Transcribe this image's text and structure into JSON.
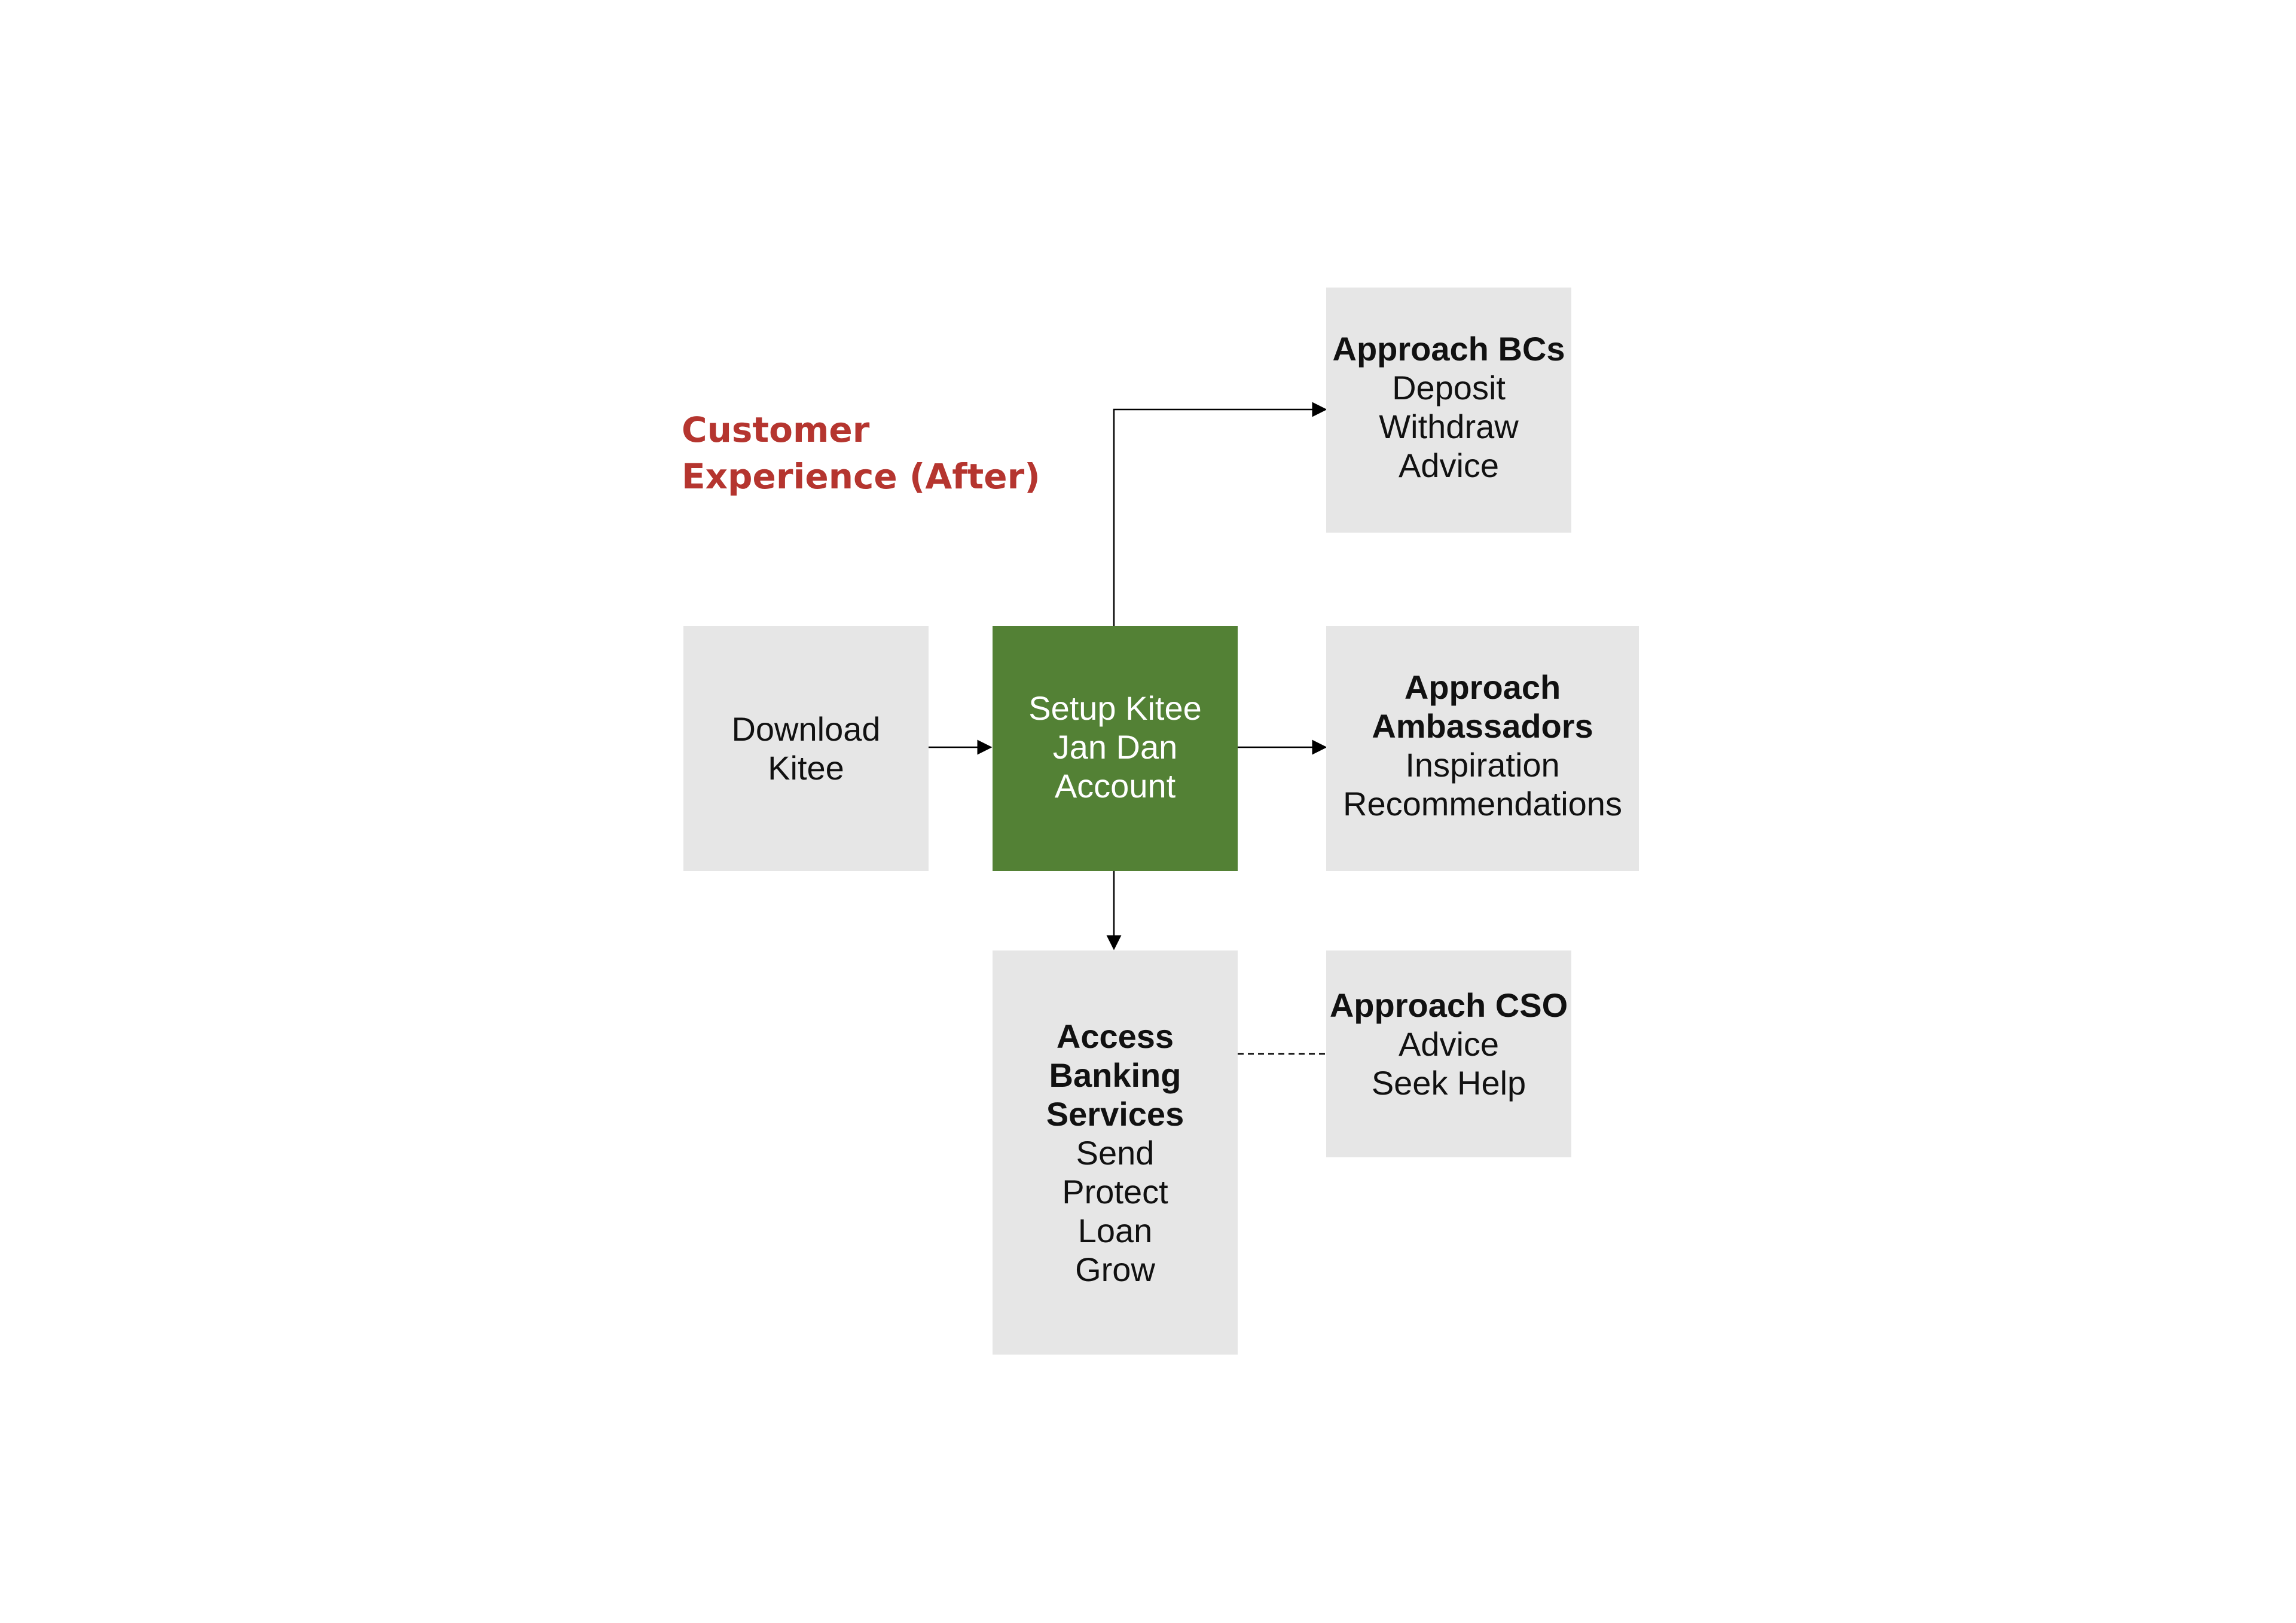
{
  "title": {
    "line1": "Customer",
    "line2": "Experience (After)"
  },
  "nodes": {
    "download": {
      "lines": [
        "Download",
        "Kitee"
      ]
    },
    "setup": {
      "lines": [
        "Setup Kitee",
        "Jan Dan",
        "Account"
      ]
    },
    "approach_bcs": {
      "heading": "Approach BCs",
      "lines": [
        "Deposit",
        "Withdraw",
        "Advice"
      ]
    },
    "approach_ambassadors": {
      "heading_line1": "Approach",
      "heading_line2": "Ambassadors",
      "lines": [
        "Inspiration",
        "Recommendations"
      ]
    },
    "access_banking": {
      "heading_line1": "Access",
      "heading_line2": "Banking",
      "heading_line3": "Services",
      "lines": [
        "Send",
        "Protect",
        "Loan",
        "Grow"
      ]
    },
    "approach_cso": {
      "heading": "Approach CSO",
      "lines": [
        "Advice",
        "Seek Help"
      ]
    }
  },
  "colors": {
    "title": "#b5352f",
    "box_fill": "#e6e6e6",
    "highlight_fill": "#538135",
    "connector": "#000000"
  }
}
